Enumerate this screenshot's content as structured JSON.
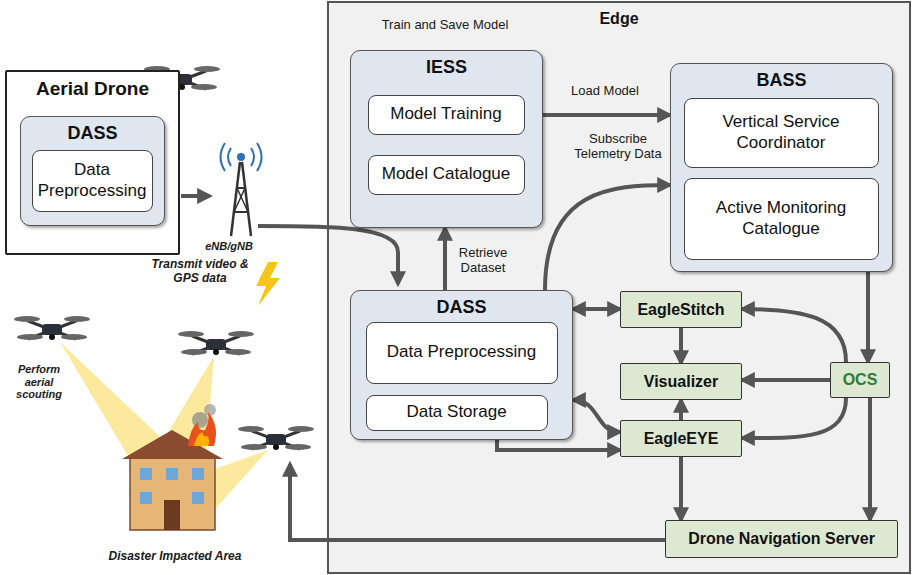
{
  "diagram": {
    "nodes": [
      {
        "text": [
          "Aerial Drone"
        ]
      },
      {
        "text": [
          "DASS"
        ],
        "in": 0
      },
      {
        "text": [
          "Data Preprocessing"
        ],
        "in": 1
      },
      {
        "text": [
          "Edge"
        ]
      },
      {
        "text": [
          "IESS"
        ],
        "in": 3
      },
      {
        "text": [
          "Model Training"
        ],
        "in": 4
      },
      {
        "text": [
          "Model Catalogue"
        ],
        "in": 4
      },
      {
        "text": [
          "BASS"
        ],
        "in": 3
      },
      {
        "text": [
          "Vertical Service Coordinator"
        ],
        "in": 7
      },
      {
        "text": [
          "Active Monitoring Catalogue"
        ],
        "in": 7
      },
      {
        "text": [
          "DASS"
        ],
        "in": 3
      },
      {
        "text": [
          "Data Preprocessing"
        ],
        "in": 10
      },
      {
        "text": [
          "Data Storage"
        ],
        "in": 10
      },
      {
        "text": [
          "EagleStitch"
        ],
        "in": 3
      },
      {
        "text": [
          "Visualizer"
        ],
        "in": 3
      },
      {
        "text": [
          "EagleEYE"
        ],
        "in": 3
      },
      {
        "text": [
          "OCS"
        ],
        "in": 3
      },
      {
        "text": [
          "Drone Navigation Server"
        ],
        "in": 3
      }
    ],
    "edges": [
      {
        "from": 4,
        "to": 7,
        "label": "Load Model",
        "arrow": "to"
      },
      {
        "from": 10,
        "to": 4,
        "label": "Retrieve Dataset",
        "arrow": "to"
      },
      {
        "from": 10,
        "to": 7,
        "label": "Subscribe Telemetry Data",
        "arrow": "to"
      },
      {
        "from": 10,
        "to": 13,
        "arrow": "both"
      },
      {
        "from": 10,
        "to": 15,
        "arrow": "both"
      },
      {
        "from": 10,
        "to": 15,
        "arrow": "to"
      },
      {
        "from": 13,
        "to": 14,
        "arrow": "to"
      },
      {
        "from": 15,
        "to": 14,
        "arrow": "to"
      },
      {
        "from": 16,
        "to": 14,
        "arrow": "to"
      },
      {
        "from": 16,
        "to": 13,
        "arrow": "to"
      },
      {
        "from": 16,
        "to": 15,
        "arrow": "to"
      },
      {
        "from": 7,
        "to": 16,
        "arrow": "to"
      },
      {
        "from": 15,
        "to": 17,
        "arrow": "to"
      },
      {
        "from": 16,
        "to": 17,
        "arrow": "to"
      }
    ],
    "labels": [
      "Train and Save Model",
      "eNB/gNB",
      "Transmit video & GPS data",
      "Perform aerial scouting",
      "Disaster Impacted Area"
    ]
  }
}
